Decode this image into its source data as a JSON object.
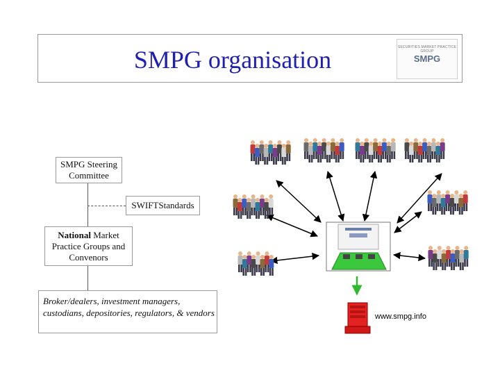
{
  "header": {
    "title": "SMPG organisation",
    "logo_top": "SECURITIES MARKET PRACTICE GROUP",
    "logo_main": "SMPG"
  },
  "hierarchy": {
    "steering_committee": "SMPG Steering Committee",
    "swift_standards": "SWIFTStandards",
    "national_groups_bold": "National",
    "national_groups_rest": " Market Practice Groups and Convenors",
    "participants": "Broker/dealers, investment managers, custodians, depositories, regulators, & vendors"
  },
  "website": {
    "url": "www.smpg.info"
  },
  "colors": {
    "title": "#1f1fb0",
    "arrow": "#000000",
    "down_arrow": "#2db82d",
    "table": "#3cc83c",
    "server": "#e52222"
  }
}
